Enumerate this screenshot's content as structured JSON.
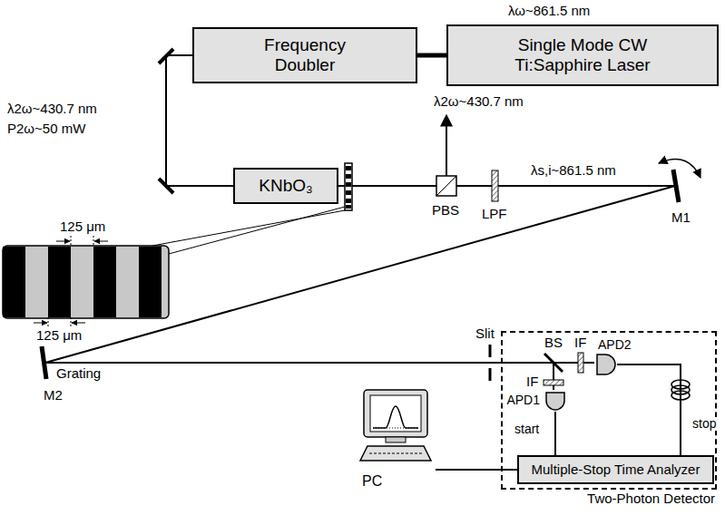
{
  "diagram": {
    "nodes": [
      {
        "text": [
          "Single Mode CW Ti:Sapphire Laser"
        ]
      },
      {
        "text": [
          "Frequency Doubler"
        ]
      },
      {
        "text": [
          "KNbO₃"
        ]
      },
      {
        "text": [
          "Two-Photon Detector"
        ]
      },
      {
        "text": [
          "Multiple-Stop Time Analyzer"
        ],
        "in": 3
      },
      {
        "text": [
          "APD1"
        ],
        "in": 3
      },
      {
        "text": [
          "APD2"
        ],
        "in": 3
      },
      {
        "text": [
          "PC"
        ]
      }
    ],
    "edges": [
      {
        "from": 0,
        "to": 1,
        "arrow": "none"
      },
      {
        "from": 1,
        "to": 2,
        "arrow": "none"
      },
      {
        "from": 5,
        "to": 4,
        "label": "start",
        "arrow": "none"
      },
      {
        "from": 6,
        "to": 4,
        "label": "stop",
        "arrow": "none"
      },
      {
        "from": 7,
        "to": 4,
        "arrow": "none"
      }
    ],
    "labels": [
      "λω~861.5 nm",
      "λ2ω~430.7 nm",
      "P2ω~50 mW",
      "λ2ω~430.7 nm",
      "PBS",
      "LPF",
      "λs,i~861.5 nm",
      "M1",
      "125 μm",
      "125 μm",
      "Grating",
      "M2",
      "Slit",
      "BS",
      "IF",
      "IF"
    ]
  }
}
